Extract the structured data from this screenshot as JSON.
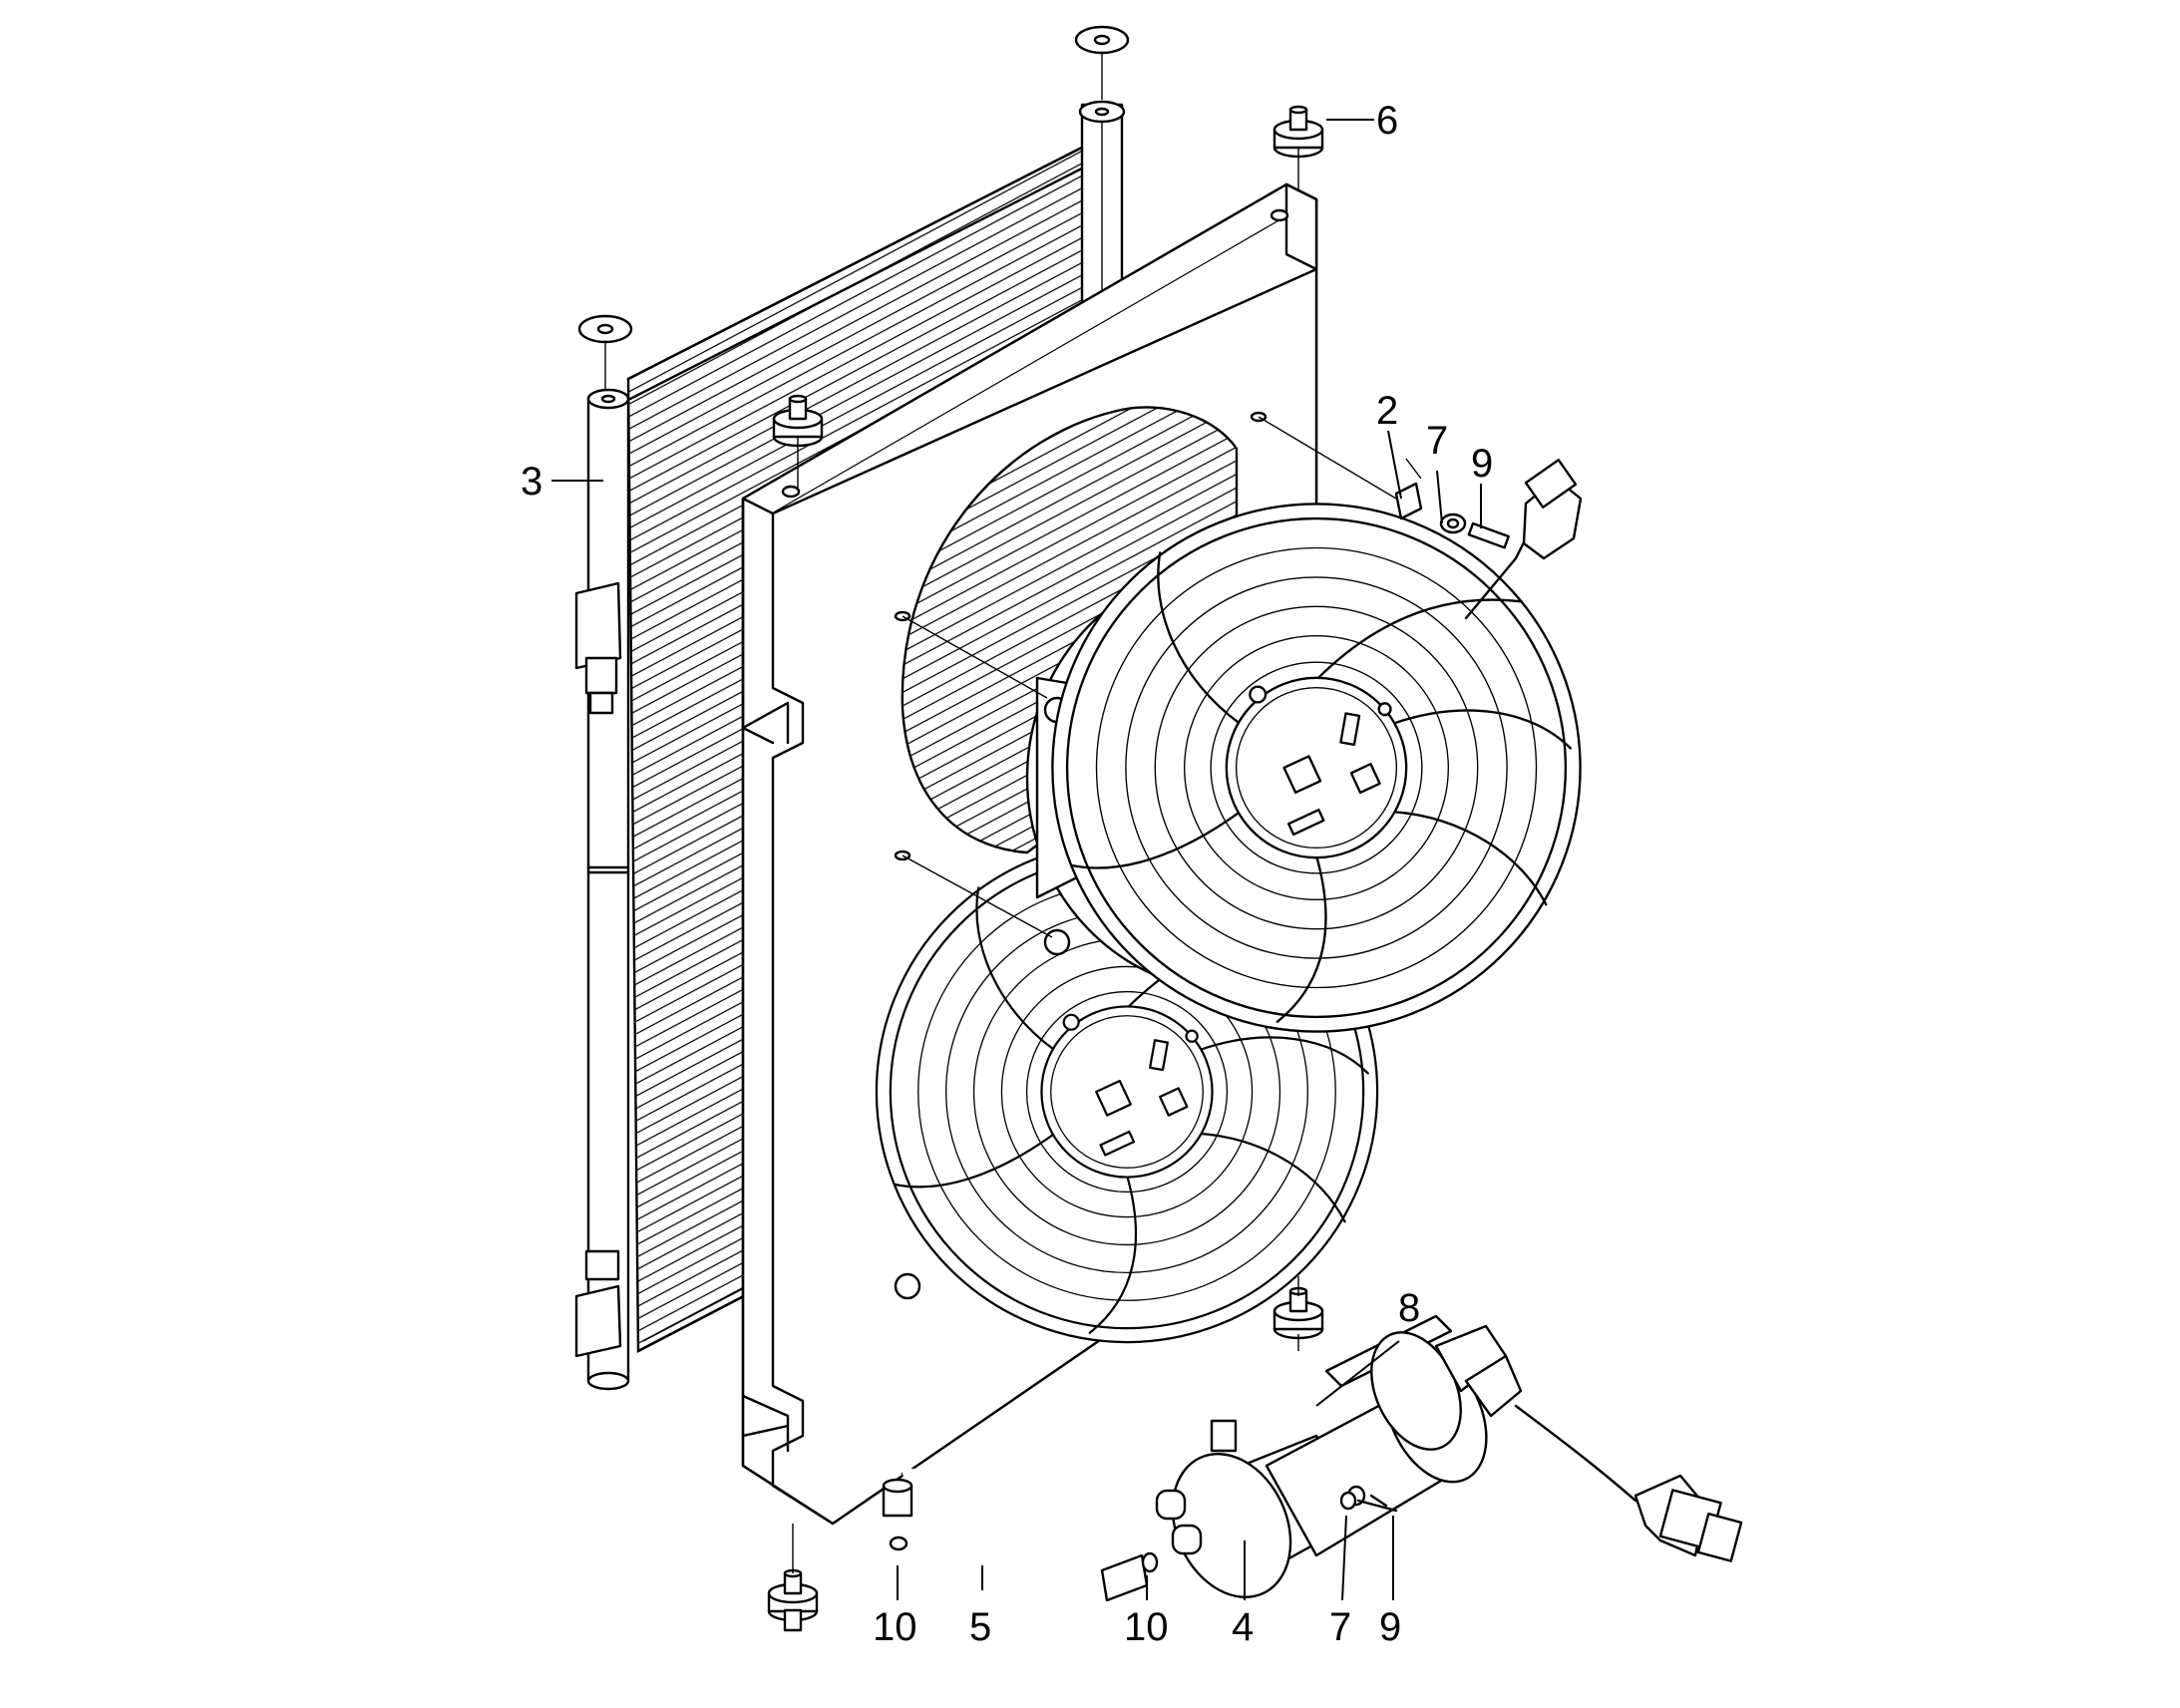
{
  "diagram": {
    "callouts": [
      {
        "id": "c2",
        "text": "2"
      },
      {
        "id": "c7a",
        "text": "7"
      },
      {
        "id": "c9a",
        "text": "9"
      },
      {
        "id": "c3",
        "text": "3"
      },
      {
        "id": "c6",
        "text": "6"
      },
      {
        "id": "c8",
        "text": "8"
      },
      {
        "id": "c10a",
        "text": "10"
      },
      {
        "id": "c5",
        "text": "5"
      },
      {
        "id": "c10b",
        "text": "10"
      },
      {
        "id": "c4",
        "text": "4"
      },
      {
        "id": "c7b",
        "text": "7"
      },
      {
        "id": "c9b",
        "text": "9"
      }
    ]
  }
}
